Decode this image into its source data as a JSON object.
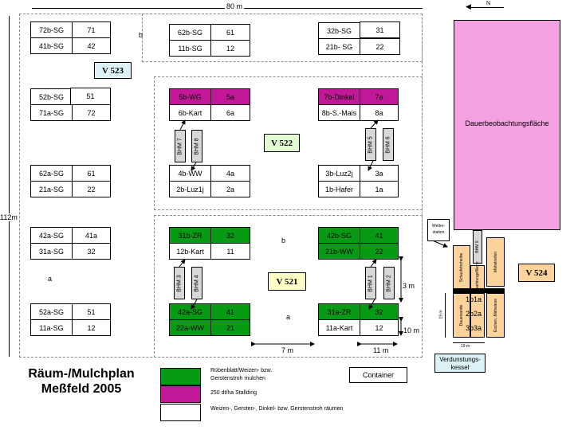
{
  "dims": {
    "width_80": "80 m",
    "height_112": "112m",
    "d_3m": "3 m",
    "d_10m": "10 m",
    "d_7m": "7 m",
    "d_11m": "11 m",
    "d_19m_a": "19 m",
    "d_19m_b": "19 m"
  },
  "north": "N",
  "fields": {
    "v523": "V 523",
    "v522": "V 522",
    "v521": "V 521",
    "v524": "V 524"
  },
  "sublabels": {
    "b_top": "b",
    "a_left": "a",
    "b_mid": "b",
    "a_mid": "a"
  },
  "plots": {
    "r72b": "72b-SG",
    "r72b_n": "71",
    "r41b": "41b-SG",
    "r41b_n": "42",
    "r62b": "62b-SG",
    "r62b_n": "61",
    "r11b": "11b-SG",
    "r11b_n": "12",
    "r32b": "32b-SG",
    "r32b_n": "31",
    "r21b": "21b- SG",
    "r21b_n": "22",
    "r52b": "52b-SG",
    "r52b_n": "51",
    "r71a": "71a-SG",
    "r71a_n": "72",
    "r62a": "62a-SG",
    "r62a_n": "61",
    "r21a": "21a-SG",
    "r21a_n": "22",
    "r42a": "42a-SG",
    "r42a_n": "41a",
    "r31a": "31a-SG",
    "r31a_n": "32",
    "r52a": "52a-SG",
    "r52a_n": "51",
    "r11a": "11a-SG",
    "r11a_n": "12",
    "r5b": "5b-WG",
    "r5b_n": "5a",
    "r6b": "6b-Kart",
    "r6b_n": "6a",
    "r4b": "4b-WW",
    "r4b_n": "4a",
    "r2b": "2b-Luz1j",
    "r2b_n": "2a",
    "r7b": "7b-Dinkel",
    "r7b_n": "7a",
    "r8b": "8b-S.-Mais",
    "r8b_n": "8a",
    "r3b": "3b-Luz2j",
    "r3b_n": "3a",
    "r1b": "1b-Hafer",
    "r1b_n": "1a",
    "r31b": "31b-ZR",
    "r31b_n": "32",
    "r12b": "12b-Kart",
    "r12b_n": "11",
    "r42a2": "42a-SG",
    "r42a2_n": "41",
    "r22a": "22a-WW",
    "r22a_n": "21",
    "r42b": "42b-SG",
    "r42b_n": "41",
    "r21b2": "21b-WW",
    "r21b2_n": "22",
    "r31a2": "31a-ZR",
    "r31a2_n": "32",
    "r11a2": "11a-Kart",
    "r11a2_n": "12"
  },
  "bhm": {
    "b7": "BHM 7",
    "b8": "BHM 8",
    "b5": "BHM 5",
    "b6": "BHM 6",
    "b3": "BHM 3",
    "b4": "BHM 4",
    "b1": "BHM 1",
    "b2": "BHM 2"
  },
  "dauer": "Dauerbeobachtungsfläche",
  "wetter": [
    "Wetter-",
    "station"
  ],
  "v524_parts": {
    "t1": "Schaufelscheibe",
    "t2": "BHM 9",
    "t3": "Beobachtungsfläche",
    "t4": "Mähstreifen",
    "n1": "1b",
    "n2": "1a",
    "n3": "2b",
    "n4": "2a",
    "n5": "3b",
    "n6": "3a",
    "t5": "Dauerweide",
    "t6": "Eschen, Mähwiese"
  },
  "verdunstung": [
    "Verdunstungs-",
    "kessel"
  ],
  "title": [
    "Räum-/Mulchplan",
    "Meßfeld 2005"
  ],
  "container": "Container",
  "legend": {
    "green": [
      "Rübenblatt/Weizen- bzw.",
      "Gerstenstroh mulchen"
    ],
    "magenta": "250 dt/ha Stallding",
    "white": "Weizen-, Gersten-, Dinkel- bzw. Gerstenstroh räumen"
  },
  "colors": {
    "green": "#079b15",
    "magenta": "#c21897",
    "pink": "#f4a0e2",
    "orange": "#fbd39b"
  }
}
